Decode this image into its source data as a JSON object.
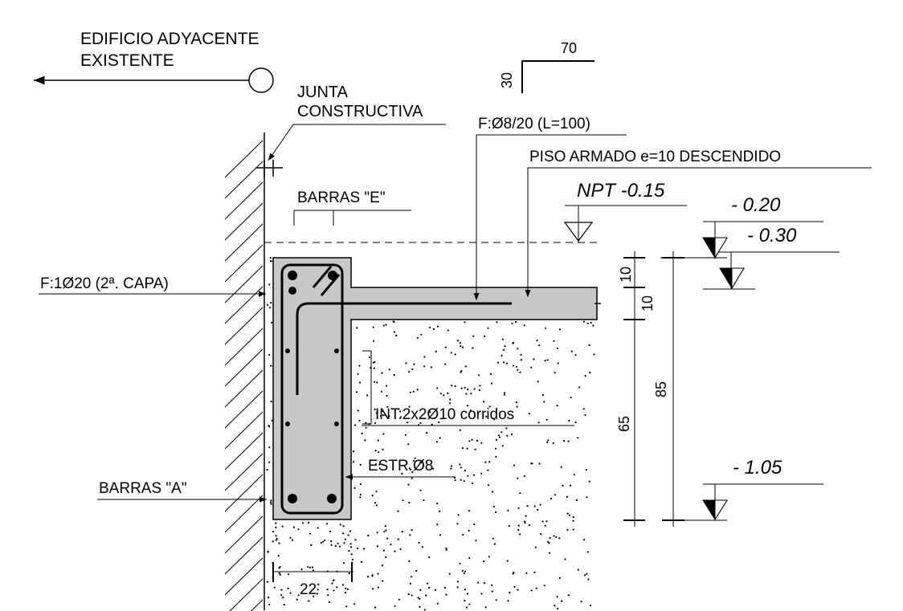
{
  "labels": {
    "adjacent_building_line1": "EDIFICIO ADYACENTE",
    "adjacent_building_line2": "EXISTENTE",
    "joint_line1": "JUNTA",
    "joint_line2": "CONSTRUCTIVA",
    "hook_dim_horizontal": "70",
    "hook_dim_vertical": "30",
    "slab_bar": "F:Ø8/20 (L=100)",
    "slab": "PISO ARMADO e=10 DESCENDIDO",
    "npt_level": "NPT -0.15",
    "barras_e": "BARRAS \"E\"",
    "level_020": "- 0.20",
    "level_030": "- 0.30",
    "top_bar": "F:1Ø20 (2ª. CAPA)",
    "intermediate_bars": "INT:2x2Ø10 corridos",
    "stirrup": "ESTR.Ø8",
    "barras_a": "BARRAS \"A\"",
    "level_105": "- 1.05"
  },
  "dimensions": {
    "slab_top": "10",
    "slab_thickness": "10",
    "beam_depth": "65",
    "total_depth": "85",
    "beam_width": "22"
  },
  "colors": {
    "concrete": "#c8c8c8",
    "line": "#000000",
    "background": "#ffffff"
  }
}
